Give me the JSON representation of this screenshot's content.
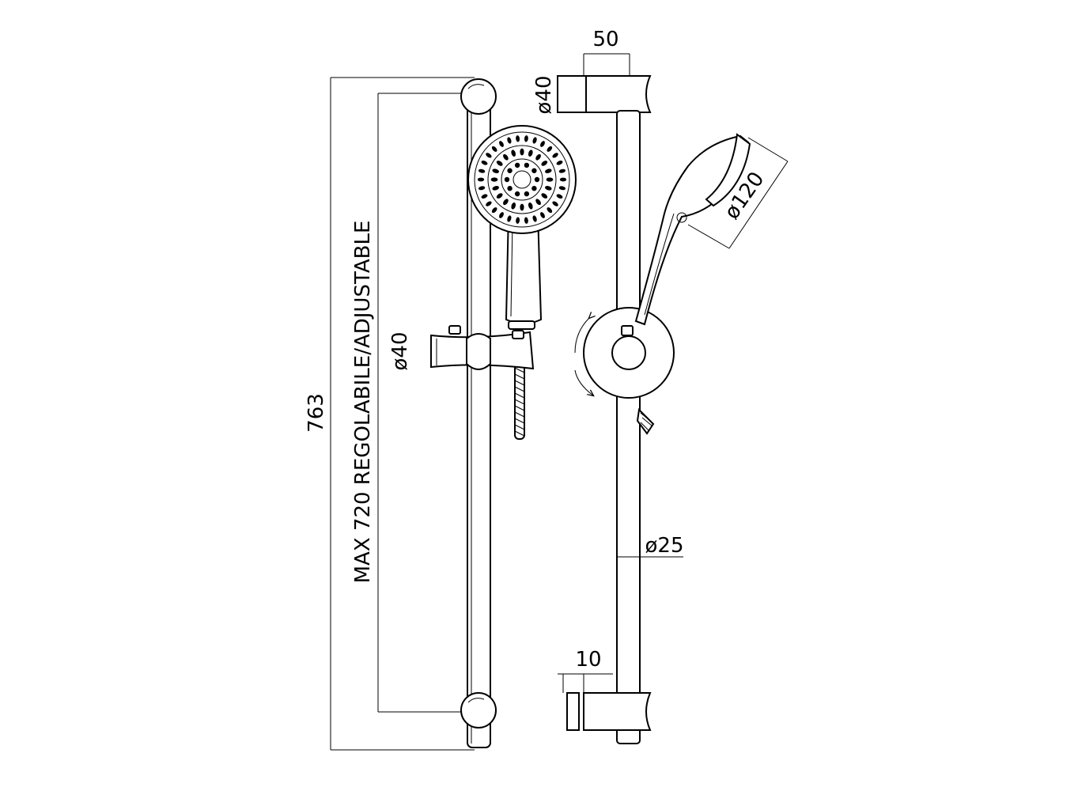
{
  "dimensions": {
    "overall_height": "763",
    "adjustable": "MAX 720 REGOLABILE/ADJUSTABLE",
    "slider_diameter": "ø40",
    "bracket_diameter": "ø40",
    "bracket_depth": "50",
    "head_diameter": "ø120",
    "rail_diameter": "ø25",
    "wall_offset": "10"
  },
  "colors": {
    "line": "#000000",
    "background": "#ffffff"
  }
}
